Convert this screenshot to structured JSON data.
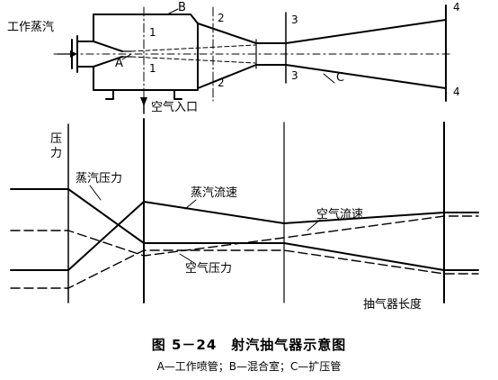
{
  "labels": {
    "steam_in": "工作蒸汽",
    "air_in": "空气入口",
    "A": "A",
    "B": "B",
    "C": "C",
    "sec1": "1",
    "sec2": "2",
    "sec3": "3",
    "sec4": "4",
    "pressure_axis_1": "压",
    "pressure_axis_2": "力",
    "steam_pressure": "蒸汽压力",
    "steam_velocity": "蒸汽流速",
    "air_velocity": "空气流速",
    "air_pressure": "空气压力",
    "length_axis": "抽气器长度"
  },
  "caption": {
    "title": "图 5－24　射汽抽气器示意图",
    "legend": "A—工作喷管；B—混合室；C—扩压管"
  }
}
